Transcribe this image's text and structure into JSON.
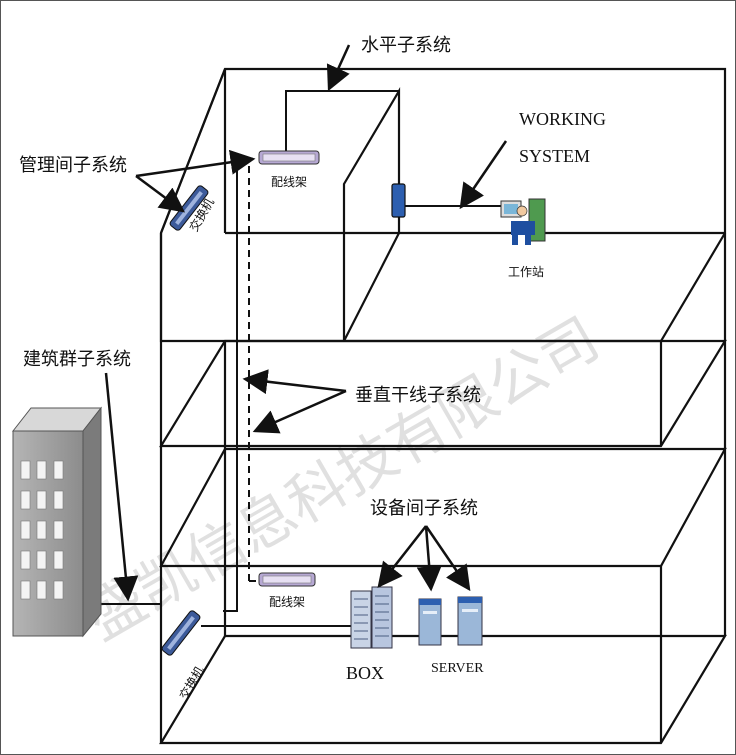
{
  "labels": {
    "horizontal": "水平子系统",
    "admin": "管理间子系统",
    "campus": "建筑群子系统",
    "backbone": "垂直干线子系统",
    "equipment": "设备间子系统",
    "working_1": "WORKING",
    "working_2": "SYSTEM",
    "workstation": "工作站",
    "patch_top": "配线架",
    "patch_bottom": "配线架",
    "switch_top": "交换机",
    "switch_bottom": "交换机",
    "box": "BOX",
    "server": "SERVER"
  },
  "watermark": "盛凯信息科技有限公司",
  "colors": {
    "line": "#111111",
    "switch": "#3c5a9a",
    "patch": "#b7a9d4",
    "device": "#2d5fb0",
    "watermark": "#c8c8c8"
  }
}
